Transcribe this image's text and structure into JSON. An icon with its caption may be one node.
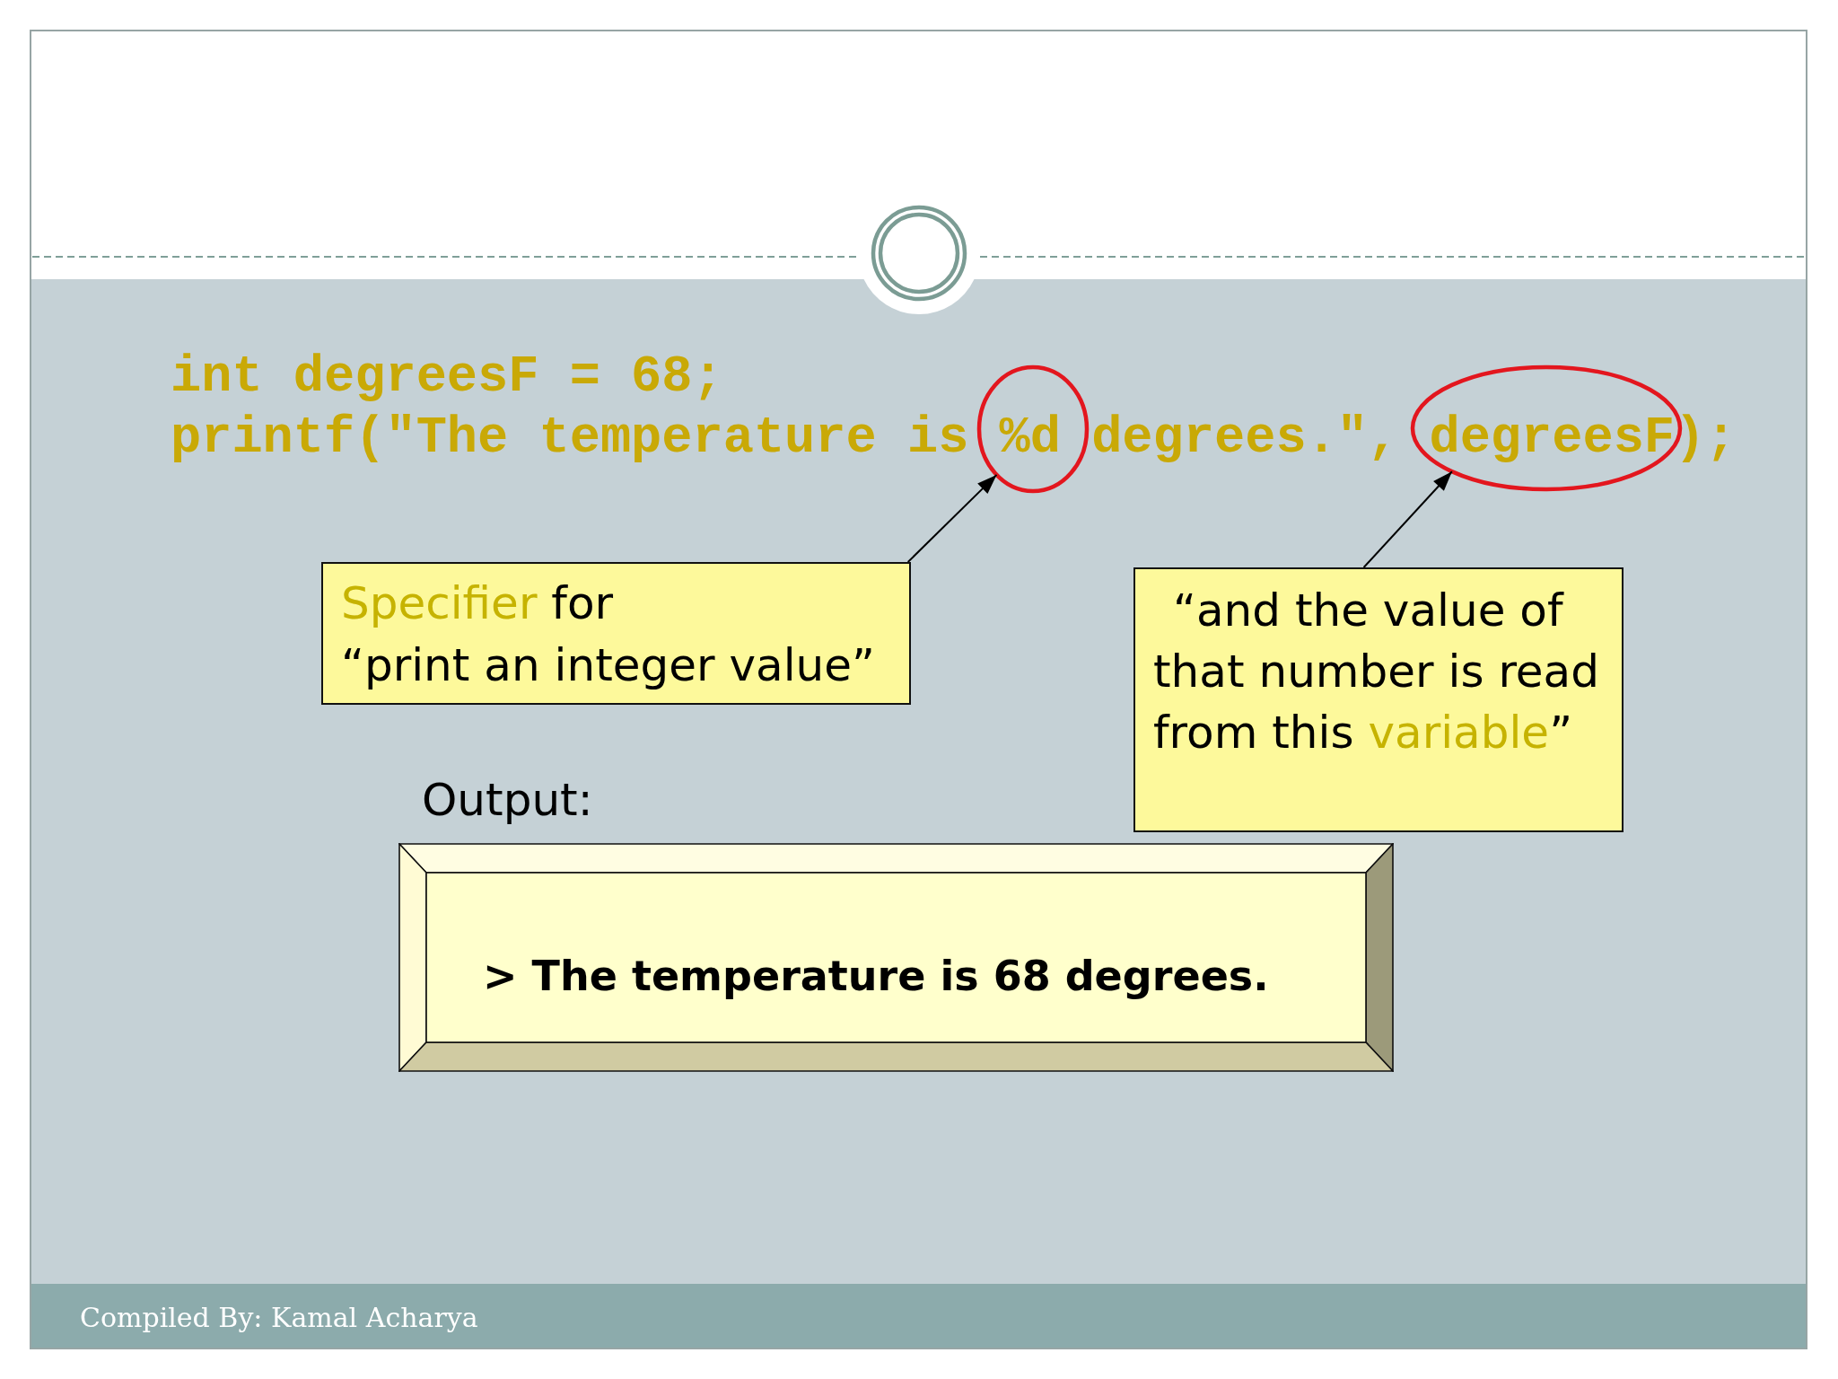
{
  "diagram": {
    "nodes": [
      {
        "text": [],
        "shape": "ellipse"
      },
      {
        "text": [],
        "shape": "ellipse"
      },
      {
        "text": [
          "Specifier for “print an integer value”"
        ]
      },
      {
        "text": [
          "“and the value of that number is read from this variable”"
        ]
      },
      {
        "text": [
          "Output:",
          "> The temperature is 68 degrees."
        ]
      }
    ],
    "edges": [
      {
        "from": 2,
        "to": 0,
        "arrow": "to"
      },
      {
        "from": 3,
        "to": 1,
        "arrow": "to"
      }
    ],
    "labels": [
      "int degreesF = 68;",
      "printf(\"The temperature is %d degrees.\", degreesF);",
      "Compiled By: Kamal Acharya"
    ]
  }
}
